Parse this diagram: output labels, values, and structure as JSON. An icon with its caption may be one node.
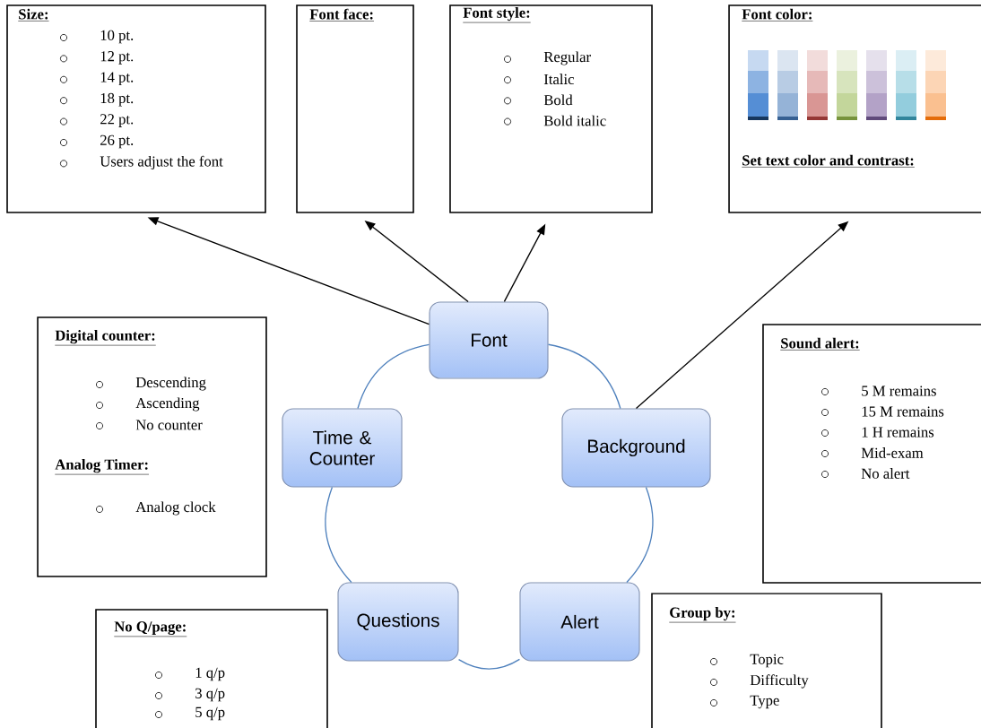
{
  "diagram": {
    "nodes": [
      {
        "text": [
          "Size:",
          "10 pt.",
          "12 pt.",
          "14 pt.",
          "18 pt.",
          "22 pt.",
          "26 pt.",
          "Users adjust the font"
        ]
      },
      {
        "text": [
          "Font face:"
        ]
      },
      {
        "text": [
          "Font style:",
          "Regular",
          "Italic",
          "Bold",
          "Bold italic"
        ]
      },
      {
        "text": [
          "Font color:",
          "Set text color and contrast:"
        ]
      },
      {
        "text": [
          "Digital counter:",
          "Descending",
          "Ascending",
          "No counter",
          "Analog Timer:",
          "Analog clock"
        ]
      },
      {
        "text": [
          "Font"
        ]
      },
      {
        "text": [
          "Time & Counter"
        ]
      },
      {
        "text": [
          "Background"
        ]
      },
      {
        "text": [
          "Sound alert:",
          "5 M remains",
          "15 M remains",
          "1 H remains",
          "Mid-exam",
          "No alert"
        ]
      },
      {
        "text": [
          "Questions"
        ]
      },
      {
        "text": [
          "Alert"
        ]
      },
      {
        "text": [
          "No Q/page:",
          "1 q/p",
          "3 q/p",
          "5 q/p"
        ]
      },
      {
        "text": [
          "Group by:",
          "Topic",
          "Difficulty",
          "Type"
        ]
      }
    ],
    "edges": [
      {
        "from": 5,
        "to": 0,
        "arrow": "to",
        "color": "#000000"
      },
      {
        "from": 5,
        "to": 1,
        "arrow": "to",
        "color": "#000000"
      },
      {
        "from": 5,
        "to": 2,
        "arrow": "to",
        "color": "#000000"
      },
      {
        "from": 7,
        "to": 3,
        "arrow": "to",
        "color": "#000000"
      },
      {
        "from": 5,
        "to": 7,
        "arrow": "none"
      },
      {
        "from": 7,
        "to": 10,
        "arrow": "none"
      },
      {
        "from": 10,
        "to": 9,
        "arrow": "none"
      },
      {
        "from": 9,
        "to": 6,
        "arrow": "none"
      },
      {
        "from": 6,
        "to": 5,
        "arrow": "none"
      }
    ]
  }
}
